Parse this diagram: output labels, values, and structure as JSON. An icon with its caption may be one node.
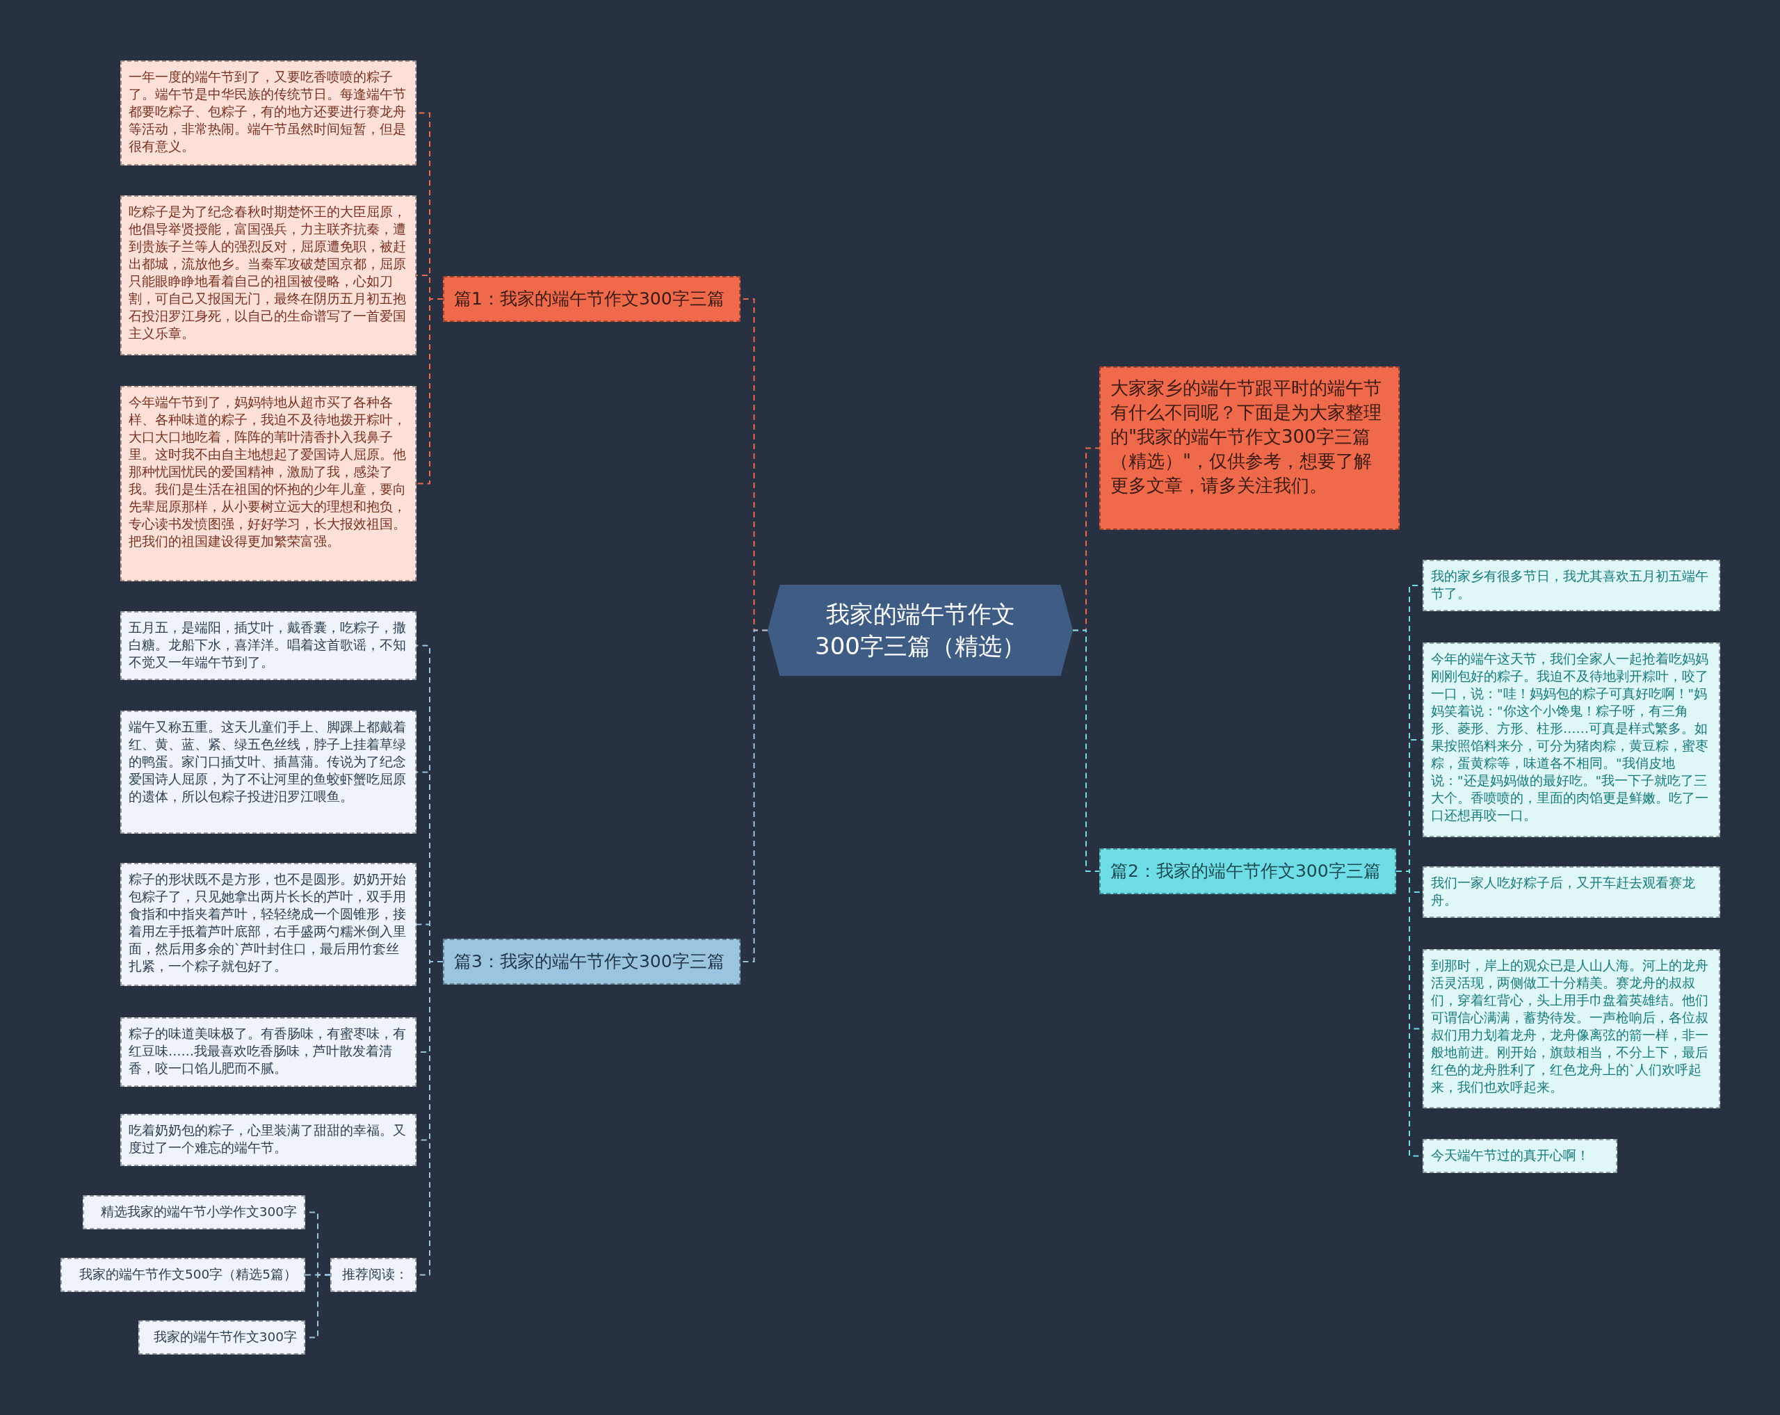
{
  "diagram": {
    "nodes": [
      {
        "text": [
          "我家的端午节作文300字三篇（精选）"
        ]
      },
      {
        "text": [
          "大家家乡的端午节跟平时的端午节有什么不同呢？下面是为大家整理的\"我家的端午节作文300字三篇（精选）\"，仅供参考，想要了解更多文章，请多关注我们。"
        ]
      },
      {
        "text": [
          "篇2：我家的端午节作文300字三篇"
        ]
      },
      {
        "text": [
          "我的家乡有很多节日，我尤其喜欢五月初五端午节了。"
        ]
      },
      {
        "text": [
          "今年的端午这天节，我们全家人一起抢着吃妈妈刚刚包好的粽子。我迫不及待地剥开粽叶，咬了一口，说：\"哇！妈妈包的粽子可真好吃啊！\"妈妈笑着说：\"你这个小馋鬼！粽子呀，有三角形、菱形、方形、柱形……可真是样式繁多。如果按照馅料来分，可分为猪肉粽，黄豆粽，蜜枣粽，蛋黄粽等，味道各不相同。\"我俏皮地说：\"还是妈妈做的最好吃。\"我一下子就吃了三大个。香喷喷的，里面的肉馅更是鲜嫩。吃了一口还想再咬一口。"
        ]
      },
      {
        "text": [
          "我们一家人吃好粽子后，又开车赶去观看赛龙舟。"
        ]
      },
      {
        "text": [
          "到那时，岸上的观众已是人山人海。河上的龙舟活灵活现，两侧做工十分精美。赛龙舟的叔叔们，穿着红背心，头上用手巾盘着英雄结。他们可谓信心满满，蓄势待发。一声枪响后，各位叔叔们用力划着龙舟，龙舟像离弦的箭一样，非一般地前进。刚开始，旗鼓相当，不分上下，最后红色的龙舟胜利了，红色龙舟上的`人们欢呼起来，我们也欢呼起来。"
        ]
      },
      {
        "text": [
          "今天端午节过的真开心啊！"
        ]
      },
      {
        "text": [
          "篇1：我家的端午节作文300字三篇"
        ]
      },
      {
        "text": [
          "一年一度的端午节到了，又要吃香喷喷的粽子了。端午节是中华民族的传统节日。每逢端午节都要吃粽子、包粽子，有的地方还要进行赛龙舟等活动，非常热闹。端午节虽然时间短暂，但是很有意义。"
        ]
      },
      {
        "text": [
          "吃粽子是为了纪念春秋时期楚怀王的大臣屈原，他倡导举贤授能，富国强兵，力主联齐抗秦，遭到贵族子兰等人的强烈反对，屈原遭免职，被赶出都城，流放他乡。当秦军攻破楚国京都，屈原只能眼睁睁地看着自己的祖国被侵略，心如刀割，可自己又报国无门，最终在阴历五月初五抱石投汨罗江身死，以自己的生命谱写了一首爱国主义乐章。"
        ]
      },
      {
        "text": [
          "今年端午节到了，妈妈特地从超市买了各种各样、各种味道的粽子，我迫不及待地拨开粽叶，大口大口地吃着，阵阵的苇叶清香扑入我鼻子里。这时我不由自主地想起了爱国诗人屈原。他那种忧国忧民的爱国精神，激励了我，感染了我。我们是生活在祖国的怀抱的少年儿童，要向先辈屈原那样，从小要树立远大的理想和抱负，专心读书发愤图强，好好学习，长大报效祖国。把我们的祖国建设得更加繁荣富强。"
        ]
      },
      {
        "text": [
          "篇3：我家的端午节作文300字三篇"
        ]
      },
      {
        "text": [
          "五月五，是端阳，插艾叶，戴香囊，吃粽子，撒白糖。龙船下水，喜洋洋。唱着这首歌谣，不知不觉又一年端午节到了。"
        ]
      },
      {
        "text": [
          "端午又称五重。这天儿童们手上、脚踝上都戴着红、黄、蓝、紧、绿五色丝线，脖子上挂着草绿的鸭蛋。家门口插艾叶、插菖蒲。传说为了纪念爱国诗人屈原，为了不让河里的鱼蛟虾蟹吃屈原的遗体，所以包粽子投进汨罗江喂鱼。"
        ]
      },
      {
        "text": [
          "粽子的形状既不是方形，也不是圆形。奶奶开始包粽子了，只见她拿出两片长长的芦叶，双手用食指和中指夹着芦叶，轻轻绕成一个圆锥形，接着用左手抵着芦叶底部，右手盛两勺糯米倒入里面，然后用多余的`芦叶封住口，最后用竹套丝扎紧，一个粽子就包好了。"
        ]
      },
      {
        "text": [
          "粽子的味道美味极了。有香肠味，有蜜枣味，有红豆味……我最喜欢吃香肠味，芦叶散发着清香，咬一口馅儿肥而不腻。"
        ]
      },
      {
        "text": [
          "吃着奶奶包的粽子，心里装满了甜甜的幸福。又度过了一个难忘的端午节。"
        ]
      },
      {
        "text": [
          "推荐阅读："
        ]
      },
      {
        "text": [
          "精选我家的端午节小学作文300字"
        ]
      },
      {
        "text": [
          "我家的端午节作文500字（精选5篇）"
        ]
      },
      {
        "text": [
          "我家的端午节作文300字"
        ]
      }
    ],
    "edges": [
      {
        "from": 0,
        "to": 1,
        "arrow": "none",
        "color": "#ef6a4b"
      },
      {
        "from": 0,
        "to": 2,
        "arrow": "none",
        "color": "#6fdde6"
      },
      {
        "from": 2,
        "to": 3,
        "arrow": "none",
        "color": "#6fdde6"
      },
      {
        "from": 2,
        "to": 4,
        "arrow": "none",
        "color": "#6fdde6"
      },
      {
        "from": 2,
        "to": 5,
        "arrow": "none",
        "color": "#6fdde6"
      },
      {
        "from": 2,
        "to": 6,
        "arrow": "none",
        "color": "#6fdde6"
      },
      {
        "from": 2,
        "to": 7,
        "arrow": "none",
        "color": "#6fdde6"
      },
      {
        "from": 0,
        "to": 8,
        "arrow": "none",
        "color": "#ef6a4b"
      },
      {
        "from": 8,
        "to": 9,
        "arrow": "none",
        "color": "#ef6a4b"
      },
      {
        "from": 8,
        "to": 10,
        "arrow": "none",
        "color": "#ef6a4b"
      },
      {
        "from": 8,
        "to": 11,
        "arrow": "none",
        "color": "#ef6a4b"
      },
      {
        "from": 0,
        "to": 12,
        "arrow": "none"
      },
      {
        "from": 12,
        "to": 13,
        "arrow": "none"
      },
      {
        "from": 12,
        "to": 14,
        "arrow": "none"
      },
      {
        "from": 12,
        "to": 15,
        "arrow": "none"
      },
      {
        "from": 12,
        "to": 16,
        "arrow": "none"
      },
      {
        "from": 12,
        "to": 17,
        "arrow": "none"
      },
      {
        "from": 12,
        "to": 18,
        "arrow": "none"
      },
      {
        "from": 18,
        "to": 19,
        "arrow": "none"
      },
      {
        "from": 18,
        "to": 20,
        "arrow": "none"
      },
      {
        "from": 18,
        "to": 21,
        "arrow": "none"
      }
    ]
  }
}
